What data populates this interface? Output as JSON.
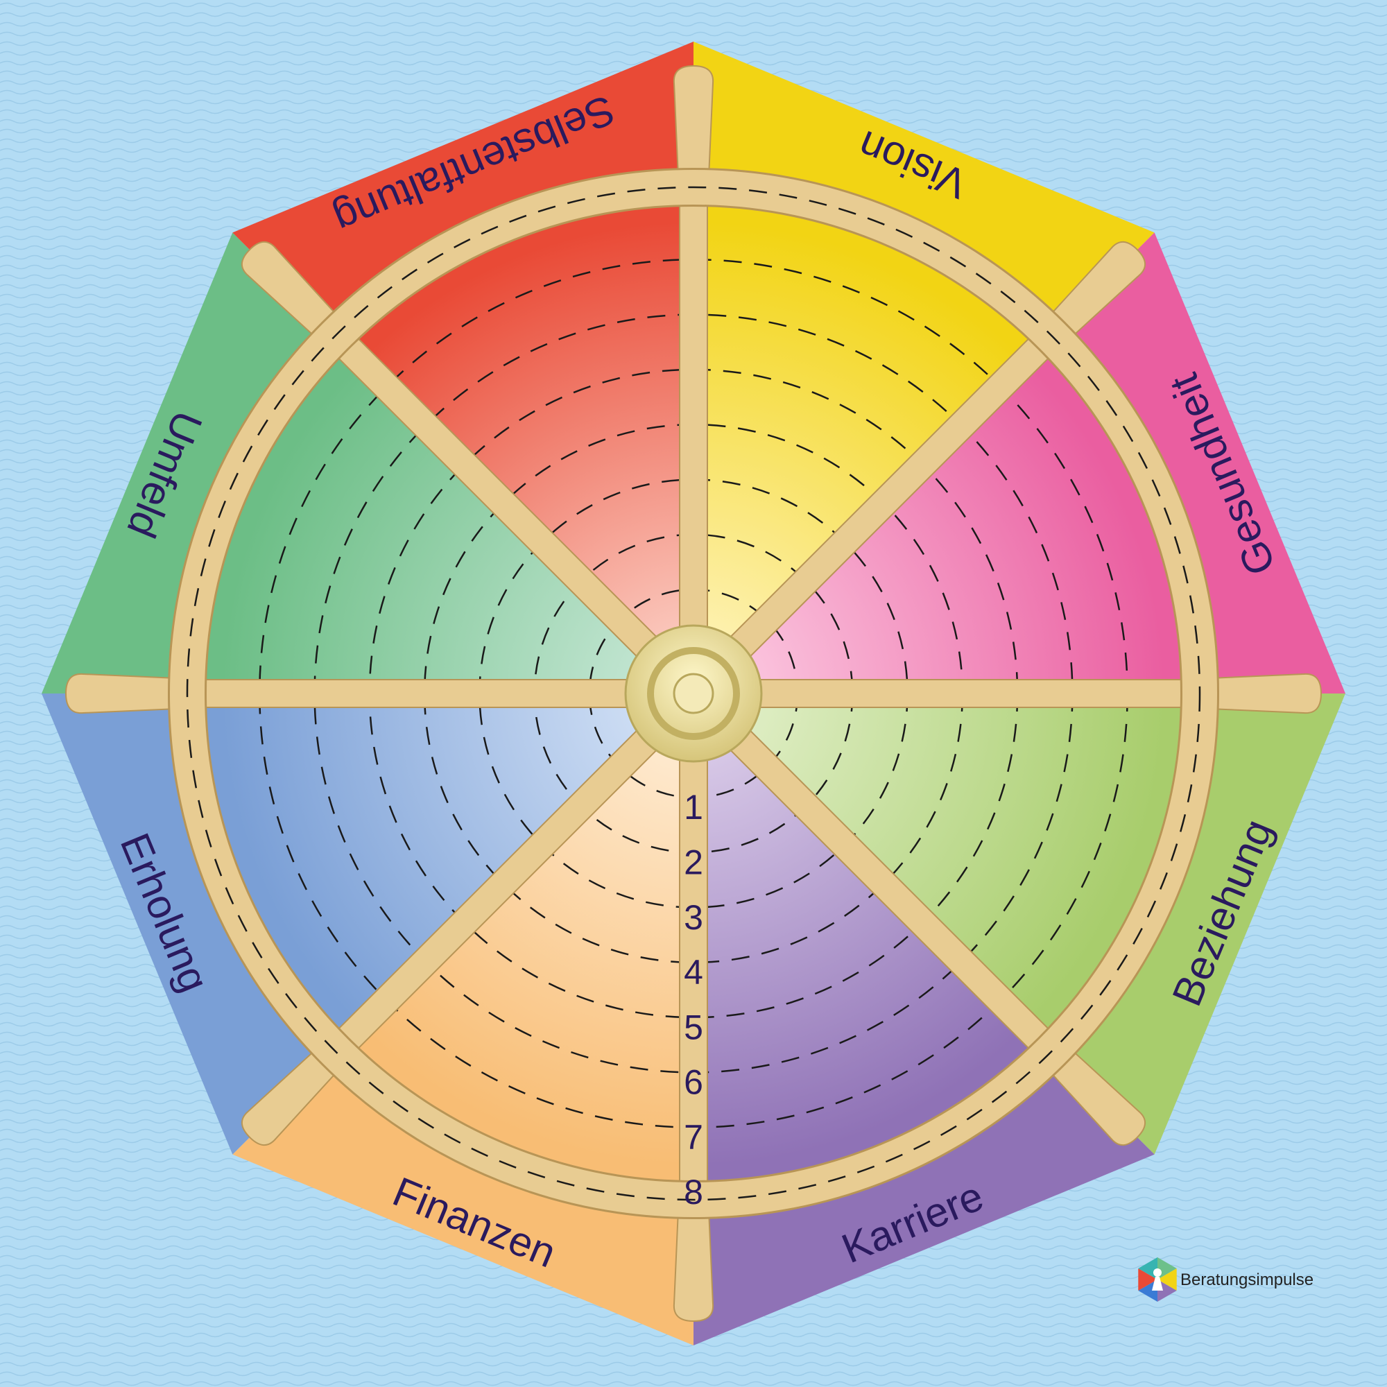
{
  "segments": [
    {
      "label": "Vision",
      "color": "#f2d414",
      "inner": "#fff5c6"
    },
    {
      "label": "Gesundheit",
      "color": "#ea5ea0",
      "inner": "#fdd2e6"
    },
    {
      "label": "Beziehung",
      "color": "#a8cd6c",
      "inner": "#e6f2d0"
    },
    {
      "label": "Karriere",
      "color": "#8f72b6",
      "inner": "#e2d5ee"
    },
    {
      "label": "Finanzen",
      "color": "#f8bd74",
      "inner": "#fff0dc"
    },
    {
      "label": "Erholung",
      "color": "#7a9fd6",
      "inner": "#d9e6f8"
    },
    {
      "label": "Umfeld",
      "color": "#6cbe86",
      "inner": "#cdeadb"
    },
    {
      "label": "Selbstentfaltung",
      "color": "#e94a36",
      "inner": "#fdd9cf"
    }
  ],
  "scale": [
    "1",
    "2",
    "3",
    "4",
    "5",
    "6",
    "7",
    "8"
  ],
  "colors": {
    "background": "#b3dcf4",
    "wood": "#e8cc92",
    "wood_edge": "#b89556",
    "label_text": "#2a1a5e",
    "hub": "#f1e5a8"
  },
  "logo": {
    "text": "Beratungsimpulse",
    "colors": [
      "#6dc08a",
      "#f2d414",
      "#8f72b6",
      "#3a7bd5",
      "#e94a36",
      "#37b4b1"
    ]
  }
}
